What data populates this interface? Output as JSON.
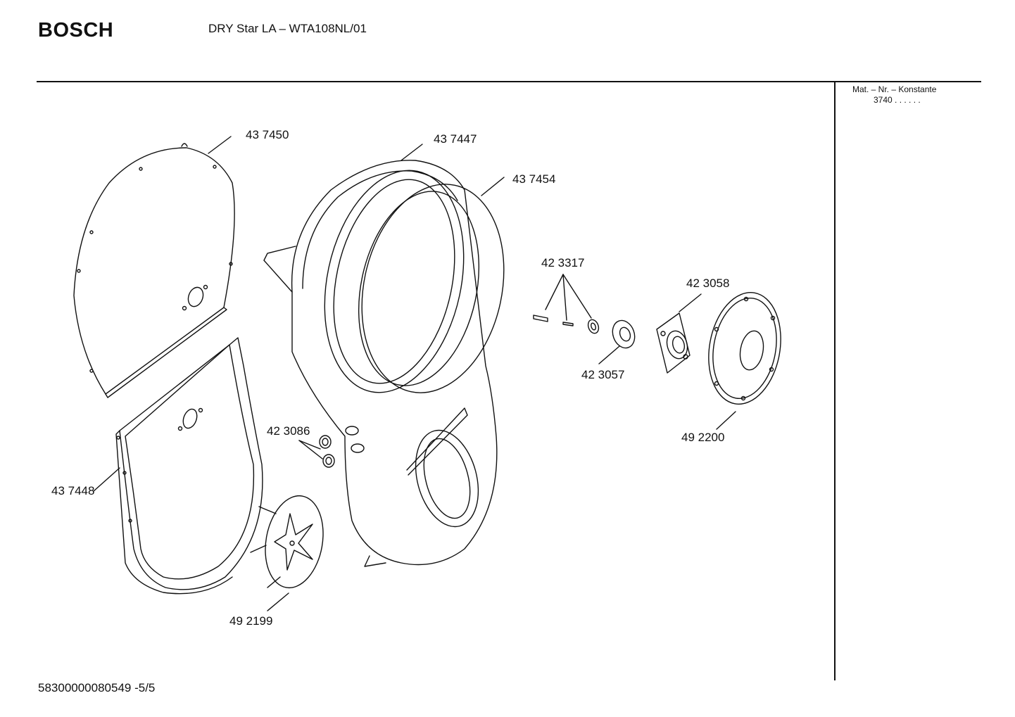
{
  "header": {
    "brand": "BOSCH",
    "title": "DRY Star LA – WTA108NL/01"
  },
  "sidebar": {
    "mat_label": "Mat. – Nr. – Konstante",
    "mat_value": "3740 . . . . . ."
  },
  "footer": {
    "document_id": "58300000080549 -5/5"
  },
  "parts": [
    {
      "number": "43 7450"
    },
    {
      "number": "43 7447"
    },
    {
      "number": "43 7454"
    },
    {
      "number": "42 3317"
    },
    {
      "number": "42 3058"
    },
    {
      "number": "42 3057"
    },
    {
      "number": "49 2200"
    },
    {
      "number": "42 3086"
    },
    {
      "number": "43 7448"
    },
    {
      "number": "49 2199"
    }
  ]
}
